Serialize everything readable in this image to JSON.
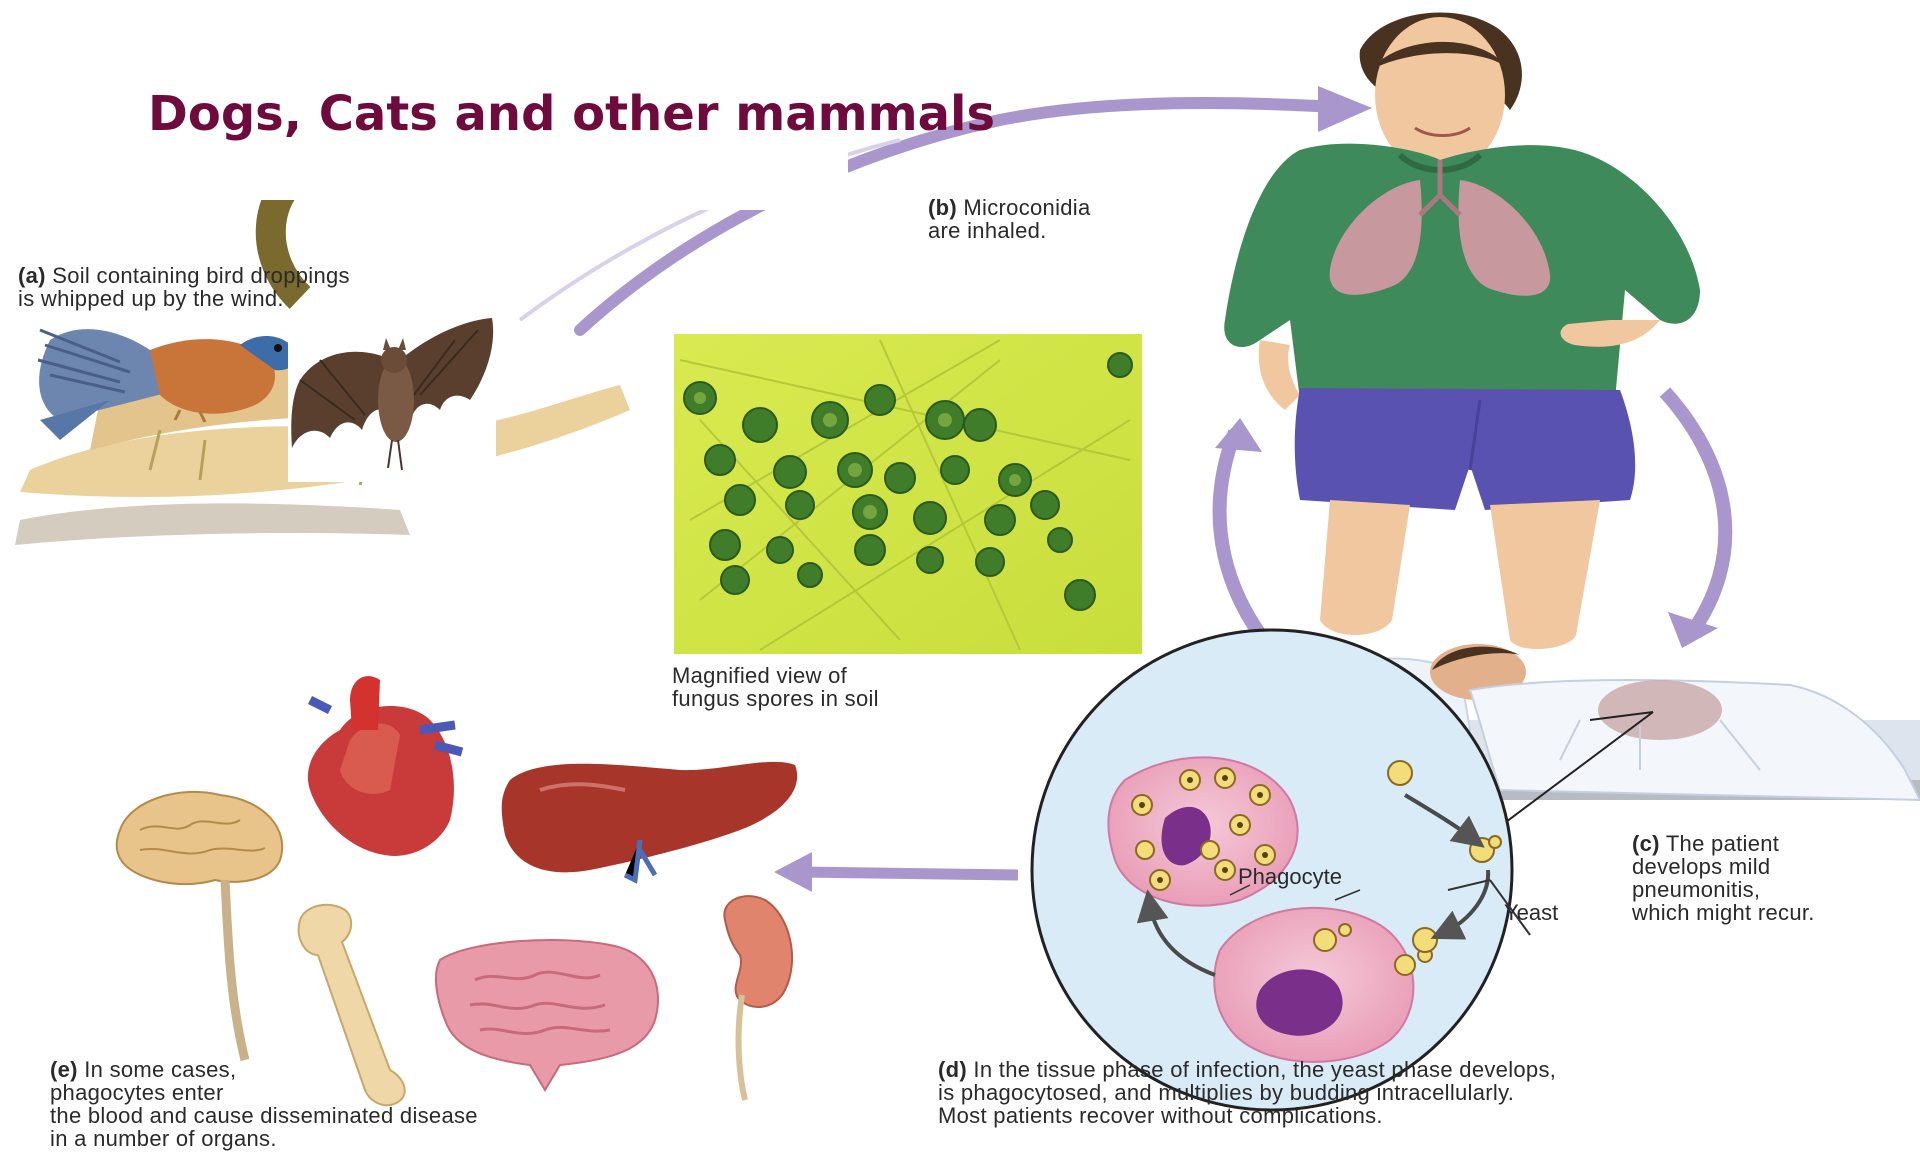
{
  "overlay": {
    "title": "Dogs, Cats and other mammals"
  },
  "labels": {
    "a": {
      "letter": "(a)",
      "line1": "Soil containing bird droppings",
      "line2": "is whipped up by the wind."
    },
    "b": {
      "letter": "(b)",
      "line1": "Microconidia",
      "line2": "are inhaled."
    },
    "c": {
      "letter": "(c)",
      "line1": "The patient",
      "line2": "develops mild",
      "line3": "pneumonitis,",
      "line4": "which might recur."
    },
    "d": {
      "letter": "(d)",
      "line1": "In the tissue phase of infection, the yeast phase develops,",
      "line2": "is phagocytosed, and multiplies by budding intracellularly.",
      "line3": "Most patients recover without complications."
    },
    "e": {
      "letter": "(e)",
      "line1": "In some cases,",
      "line2": "phagocytes enter",
      "line3": "the blood and cause disseminated disease",
      "line4": "in a number of organs."
    },
    "magnified": {
      "line1": "Magnified view of",
      "line2": "fungus spores in soil"
    },
    "phagocyte": "Phagocyte",
    "yeast": "Yeast"
  },
  "colors": {
    "title": "#6e0a3c",
    "cycle_arrow": "#9b86c2",
    "bat_arrow": "#7a6a2e",
    "shirt": "#3f8a5a",
    "shorts": "#5a52b0",
    "spore_bg": "#d8e84a",
    "spore": "#3d7a2a"
  }
}
